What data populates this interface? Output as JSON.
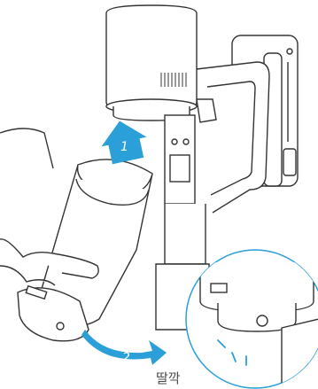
{
  "steps": {
    "step1": "1",
    "step2": "2"
  },
  "caption": "딸깍",
  "colors": {
    "arrow": "#2a9fd8",
    "line": "#333333",
    "detail_circle": "#2a9fd8"
  }
}
